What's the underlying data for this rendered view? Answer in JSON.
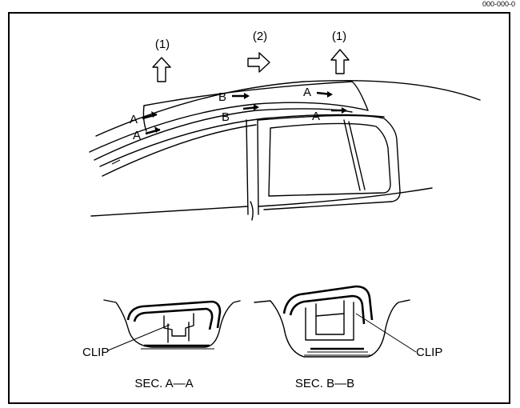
{
  "page_ref": "000-000-0",
  "arrows": [
    {
      "label": "(1)",
      "direction": "up"
    },
    {
      "label": "(2)",
      "direction": "right"
    },
    {
      "label": "(1)",
      "direction": "up"
    }
  ],
  "callouts": {
    "a_label": "A",
    "b_label": "B"
  },
  "sections": [
    {
      "title": "SEC. A—A",
      "part_label": "CLIP"
    },
    {
      "title": "SEC. B—B",
      "part_label": "CLIP"
    }
  ]
}
